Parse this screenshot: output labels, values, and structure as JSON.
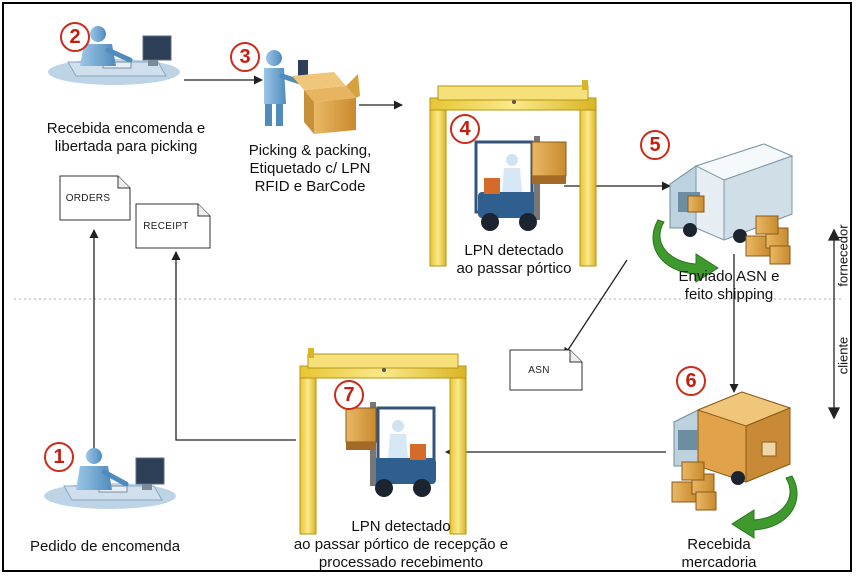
{
  "steps": [
    {
      "number": "1",
      "lines": [
        "Pedido de encomenda"
      ]
    },
    {
      "number": "2",
      "lines": [
        "Recebida encomenda e",
        "libertada para picking"
      ]
    },
    {
      "number": "3",
      "lines": [
        "Picking & packing,",
        "Etiquetado c/ LPN",
        "RFID e BarCode"
      ]
    },
    {
      "number": "4",
      "lines": [
        "LPN detectado",
        "ao passar pórtico"
      ]
    },
    {
      "number": "5",
      "lines": [
        "Enviado ASN e",
        "feito shipping"
      ]
    },
    {
      "number": "6",
      "lines": [
        "Recebida",
        "mercadoria"
      ]
    },
    {
      "number": "7",
      "lines": [
        "LPN detectado",
        "ao passar pórtico de recepção e",
        "processado recebimento"
      ]
    }
  ],
  "documents": {
    "orders": "ORDERS",
    "receipt": "RECEIPT",
    "asn": "ASN"
  },
  "side_labels": {
    "top": "fornecedor",
    "bottom": "cliente"
  },
  "colors": {
    "step_number": "#c41e10",
    "gate": "#f2d64a",
    "forklift": "#2f5f8f",
    "truck": "#d7e6ee",
    "cargo": "#d9a040",
    "green_arrow": "#3f9a2e",
    "person": "#6ea4cf"
  },
  "icons": [
    "workstation-icon",
    "packer-icon",
    "gate-icon",
    "forklift-icon",
    "truck-icon",
    "boxes-icon",
    "document-icon",
    "green-return-arrow-icon"
  ]
}
